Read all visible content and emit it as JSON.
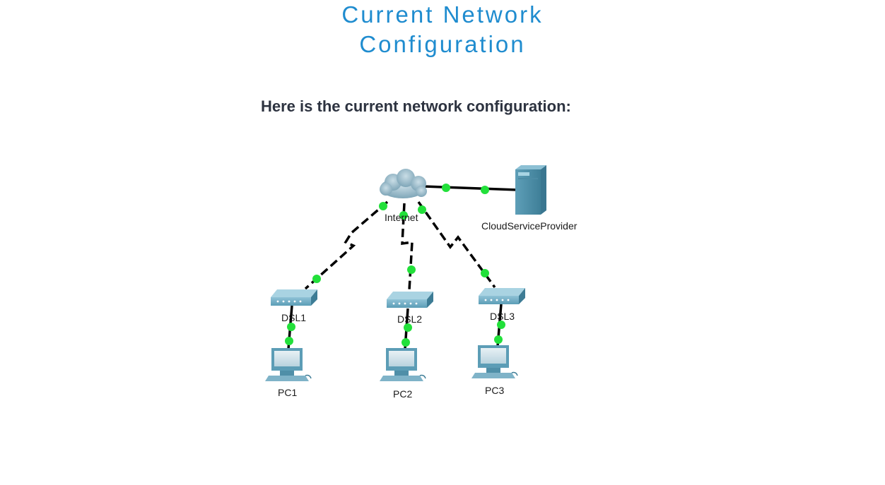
{
  "header": {
    "title_line1": "Current Network",
    "title_line2": "Configuration"
  },
  "intro": "Here is the current network configuration:",
  "diagram": {
    "nodes": {
      "internet": {
        "label": "Internet",
        "icon": "cloud-icon"
      },
      "cloud_provider": {
        "label": "CloudServiceProvider",
        "icon": "server-icon"
      },
      "dsl1": {
        "label": "DSL1",
        "icon": "dsl-modem-icon"
      },
      "dsl2": {
        "label": "DSL2",
        "icon": "dsl-modem-icon"
      },
      "dsl3": {
        "label": "DSL3",
        "icon": "dsl-modem-icon"
      },
      "pc1": {
        "label": "PC1",
        "icon": "pc-icon"
      },
      "pc2": {
        "label": "PC2",
        "icon": "pc-icon"
      },
      "pc3": {
        "label": "PC3",
        "icon": "pc-icon"
      }
    },
    "link_status_color": "#22e03a",
    "link_color": "#000000"
  }
}
